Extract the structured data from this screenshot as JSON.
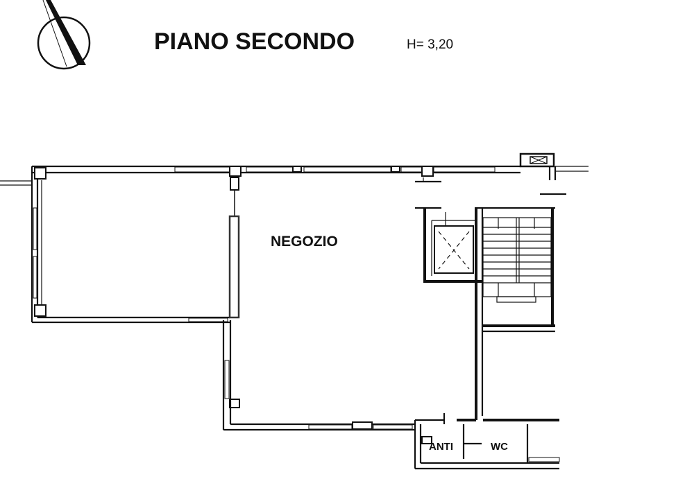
{
  "header": {
    "title": "PIANO SECONDO",
    "height_label": "H= 3,20"
  },
  "rooms": {
    "main": "NEGOZIO",
    "anti": "ANTI",
    "wc": "WC"
  },
  "icons": {
    "north_arrow": "north-arrow-icon"
  },
  "colors": {
    "ink": "#111111",
    "paper": "#ffffff"
  }
}
